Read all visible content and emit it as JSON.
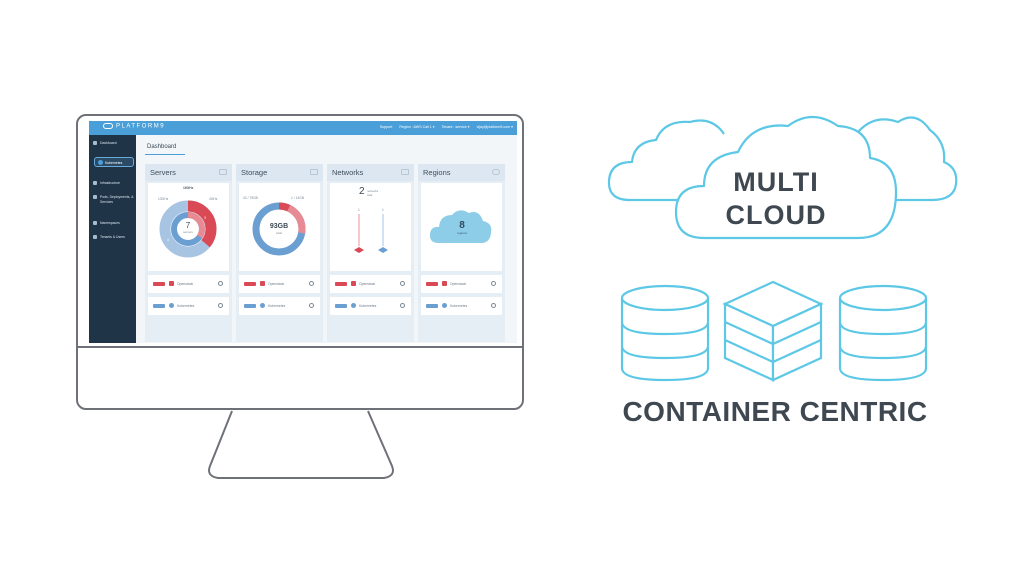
{
  "app": {
    "logo_text": "PLATFORM9",
    "topnav": [
      "Support",
      "Region : AWS Cali 1 ▾",
      "Tenant : service ▾",
      "vijay@platform9.com ▾"
    ],
    "active_nav": "Kubernetes",
    "sidebar_items": [
      "Dashboard",
      "Infrastructure",
      "Pods, Deployments, & Services",
      "Namespaces",
      "Tenants & Users"
    ],
    "tab_label": "Dashboard"
  },
  "panels": {
    "servers": {
      "title": "Servers",
      "total_label": "16GHz",
      "left_label": "13GHz",
      "right_label": "4GHz",
      "center_value": "7",
      "center_caption": "servers",
      "ring_values": [
        "3",
        "4"
      ],
      "rows": [
        "Openstack",
        "Kubernetes"
      ]
    },
    "storage": {
      "title": "Storage",
      "left_label": "42 / 79GB",
      "right_label": "1 / 14GB",
      "center_value": "93GB",
      "center_caption": "total",
      "rows": [
        "Openstack",
        "Kubernetes"
      ]
    },
    "networks": {
      "title": "Networks",
      "count": "2",
      "caption": "networks total",
      "left_val": "1",
      "right_val": "1",
      "rows": [
        "Openstack",
        "Kubernetes"
      ]
    },
    "regions": {
      "title": "Regions",
      "count": "8",
      "caption": "regions",
      "rows": [
        "Openstack",
        "Kubernetes"
      ]
    }
  },
  "graphics": {
    "cloud_text_line1": "MULTI",
    "cloud_text_line2": "CLOUD",
    "container_text": "CONTAINER CENTRIC"
  },
  "colors": {
    "accent": "#4a9fd8",
    "openstack_red": "#d94a56",
    "kubernetes_blue": "#6b9fd2",
    "outline_cyan": "#5cc8e6",
    "sidebar": "#1f3446"
  }
}
